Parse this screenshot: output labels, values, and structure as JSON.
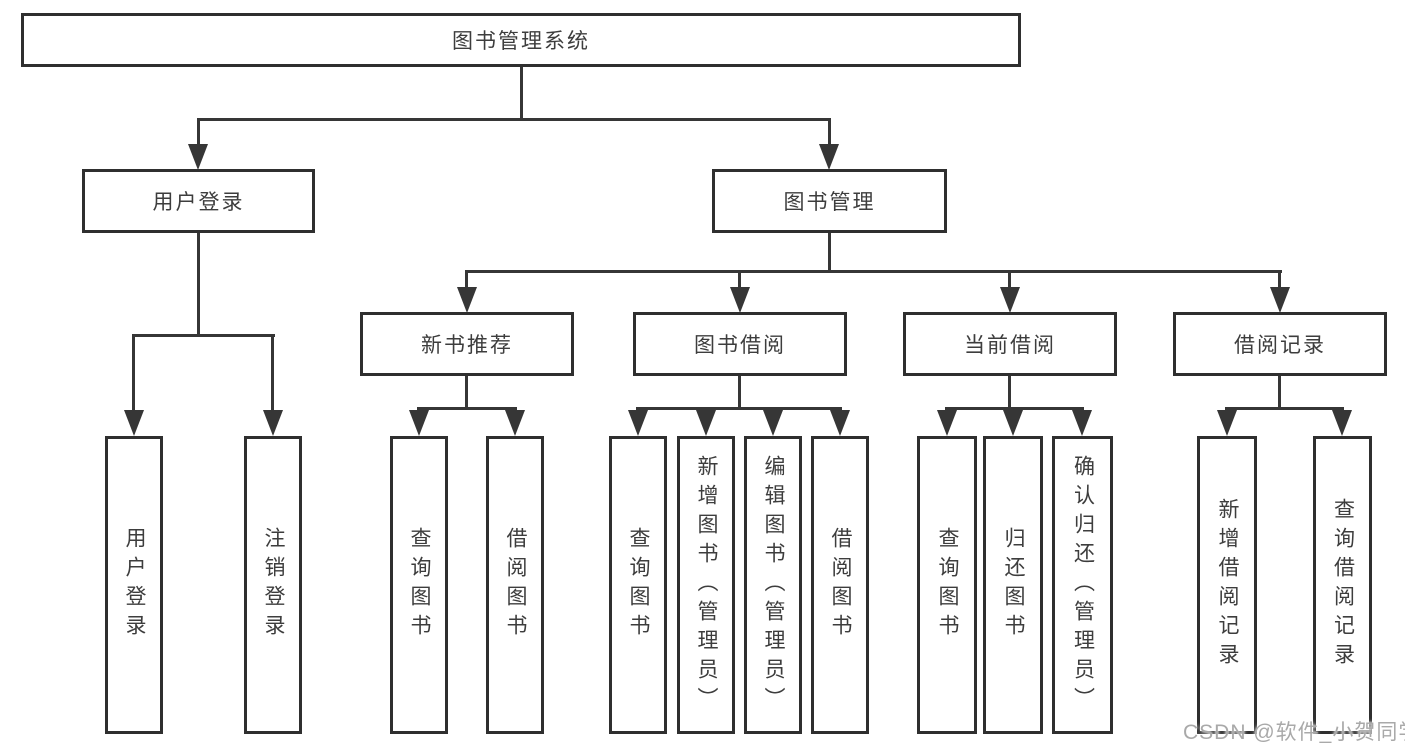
{
  "colors": {
    "line": "#363636",
    "box_border": "#2f2f2f",
    "text": "#3d3d3d",
    "watermark": "#a9a9a9"
  },
  "tree": {
    "root": {
      "label": "图书管理系统"
    },
    "branches": [
      {
        "label": "用户登录",
        "children": [
          "用户登录",
          "注销登录"
        ]
      },
      {
        "label": "图书管理",
        "groups": [
          {
            "label": "新书推荐",
            "children": [
              "查询图书",
              "借阅图书"
            ]
          },
          {
            "label": "图书借阅",
            "children": [
              "查询图书",
              "新增图书（管理员）",
              "编辑图书（管理员）",
              "借阅图书"
            ]
          },
          {
            "label": "当前借阅",
            "children": [
              "查询图书",
              "归还图书",
              "确认归还（管理员）"
            ]
          },
          {
            "label": "借阅记录",
            "children": [
              "新增借阅记录",
              "查询借阅记录"
            ]
          }
        ]
      }
    ]
  },
  "watermark": "CSDN @软件_小贺同学"
}
